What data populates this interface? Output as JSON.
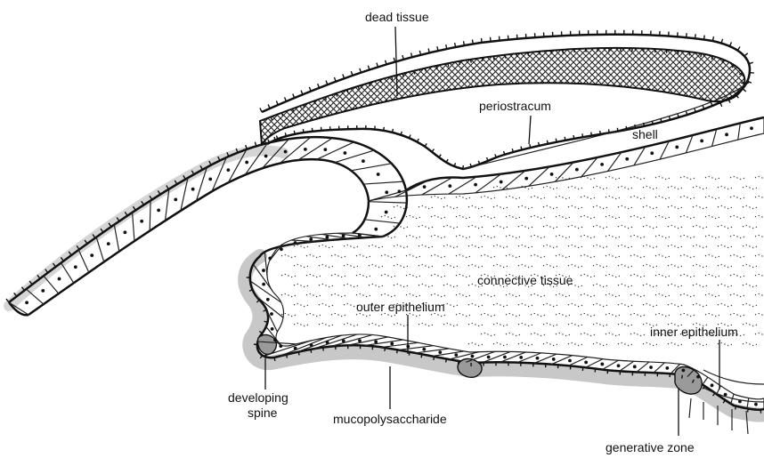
{
  "labels": {
    "dead_tissue": "dead tissue",
    "periostracum": "periostracum",
    "shell": "shell",
    "connective_tissue": "connective tissue",
    "outer_epithelium": "outer epithelium",
    "inner_epithelium": "inner epithelium",
    "developing_spine_line1": "developing",
    "developing_spine_line2": "spine",
    "mucopolysaccharide": "mucopolysaccharide",
    "generative_zone": "generative zone"
  },
  "colors": {
    "ink": "#111111",
    "mucopolysaccharide_halo": "#c8c8c8",
    "generative_zone_fill": "#9a9a9a",
    "dead_tissue_fill": "#222222"
  }
}
